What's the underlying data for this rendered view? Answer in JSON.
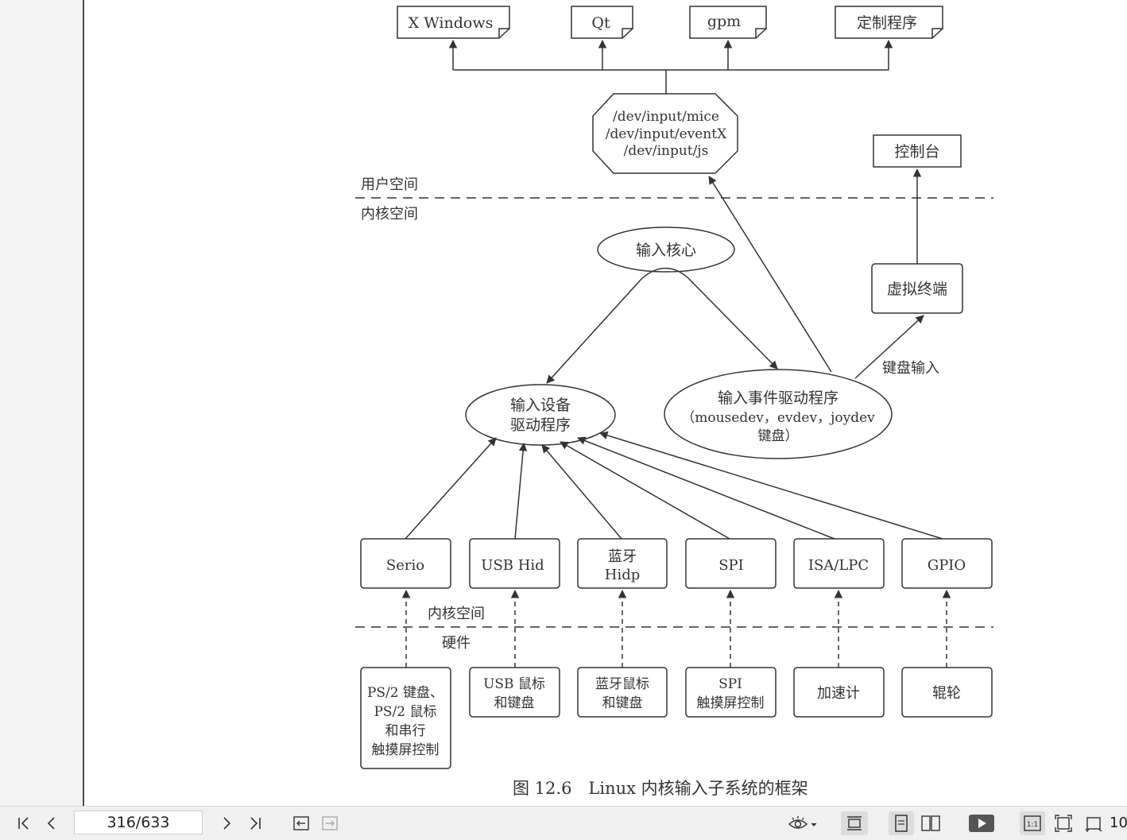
{
  "document": {
    "figure": {
      "top_apps": [
        "X Windows",
        "Qt",
        "gpm",
        "定制程序"
      ],
      "dev_nodes": [
        "/dev/input/mice",
        "/dev/input/eventX",
        "/dev/input/js"
      ],
      "console": "控制台",
      "user_space": "用户空间",
      "kernel_space": "内核空间",
      "input_core": "输入核心",
      "virtual_terminal": "虚拟终端",
      "keyboard_input": "键盘输入",
      "device_driver": [
        "输入设备",
        "驱动程序"
      ],
      "event_driver": [
        "输入事件驱动程序",
        "（mousedev，evdev，joydev",
        "键盘）"
      ],
      "bus_drivers": [
        [
          "Serio"
        ],
        [
          "USB Hid"
        ],
        [
          "蓝牙",
          "Hidp"
        ],
        [
          "SPI"
        ],
        [
          "ISA/LPC"
        ],
        [
          "GPIO"
        ]
      ],
      "kernel_space_lower": "内核空间",
      "hardware": "硬件",
      "hardware_devices": [
        [
          "PS/2 键盘、",
          "PS/2 鼠标",
          "和串行",
          "触摸屏控制"
        ],
        [
          "USB 鼠标",
          "和键盘"
        ],
        [
          "蓝牙鼠标",
          "和键盘"
        ],
        [
          "SPI",
          "触摸屏控制"
        ],
        [
          "加速计"
        ],
        [
          "辊轮"
        ]
      ],
      "caption": "图 12.6　Linux 内核输入子系统的框架"
    }
  },
  "toolbar": {
    "page_indicator": "316/633",
    "zoom_label": "10",
    "icons": [
      "first-page-icon",
      "prev-page-icon",
      "next-page-icon",
      "last-page-icon",
      "back-icon",
      "forward-icon",
      "eye-icon",
      "fit-width-icon",
      "single-page-icon",
      "two-page-icon",
      "slideshow-icon",
      "actual-size-icon",
      "fit-page-icon",
      "rotate-icon"
    ]
  }
}
